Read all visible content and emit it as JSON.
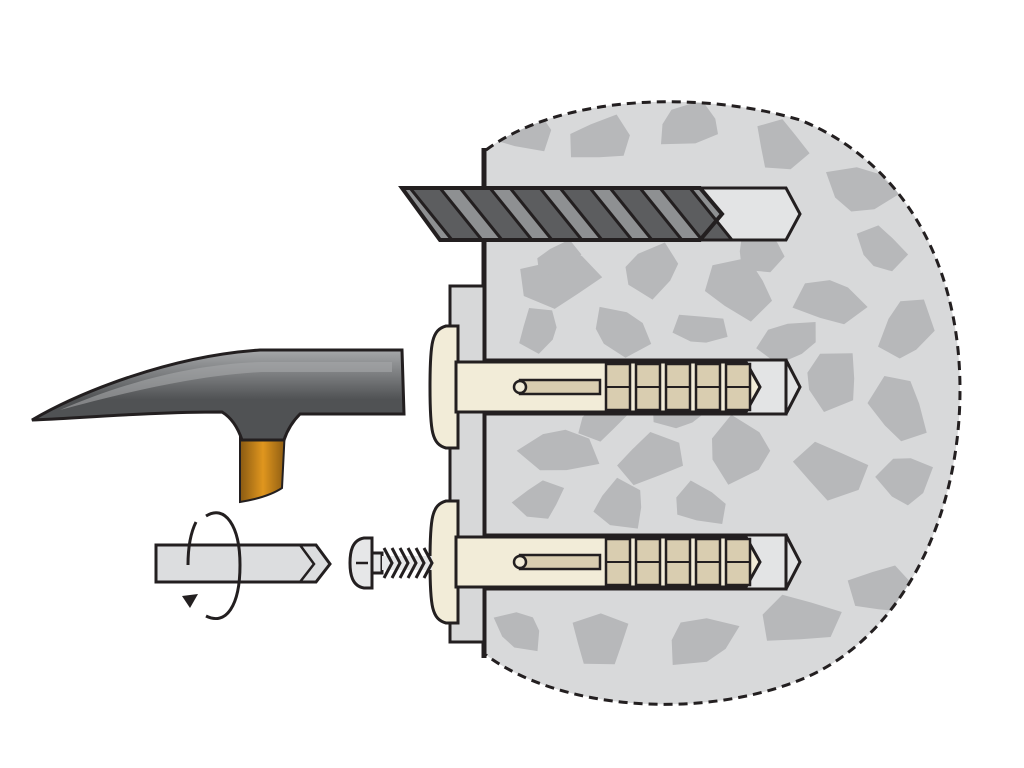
{
  "diagram": {
    "subject": "wall-plug-installation",
    "steps": [
      "drill-hole",
      "hammer-in-plug",
      "drive-screw"
    ],
    "icons": [
      "drill-bit-icon",
      "hammer-icon",
      "screwdriver-bit-icon",
      "rotation-arrow-icon",
      "screw-icon",
      "wall-plug-icon"
    ]
  },
  "colors": {
    "background": "#ffffff",
    "outline": "#231f20",
    "concrete": "#d8d9da",
    "stone": "#b7b8ba",
    "wall_face": "#231f20",
    "drill_bit_dark": "#5c5d5f",
    "drill_bit_light": "#8e9092",
    "hole": "#e3e4e5",
    "plug": "#f2ecd8",
    "plug_inner": "#d9cdb0",
    "washer": "#d7d8d9",
    "hammer_head_dark": "#505254",
    "hammer_head_light": "#a6a8aa",
    "handle_dark": "#8a5a12",
    "handle_light": "#e0961e",
    "bit_fill": "#dcdddf",
    "screw": "#e6e7e8"
  }
}
